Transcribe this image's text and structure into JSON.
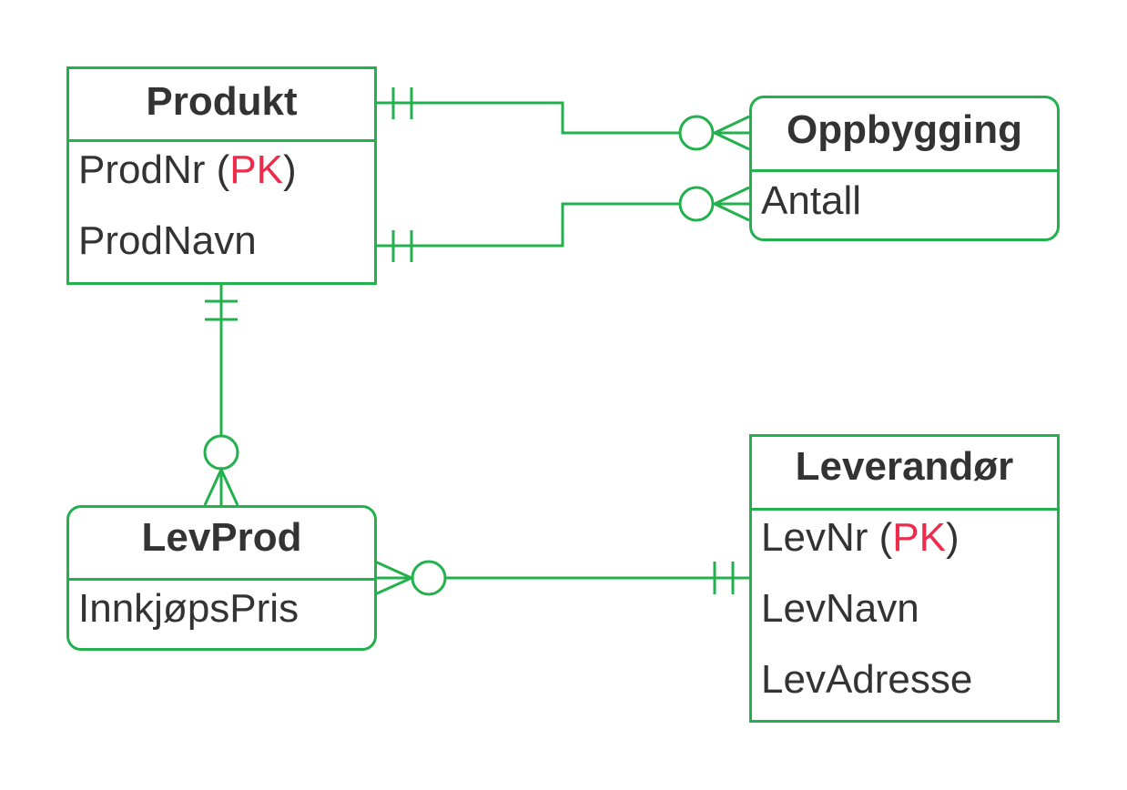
{
  "colors": {
    "line": "#22b14c",
    "text": "#333333",
    "pk": "#ef2b4a"
  },
  "entities": {
    "produkt": {
      "title": "Produkt",
      "attr1_name": "ProdNr",
      "attr1_pk": "PK",
      "attr2": "ProdNavn"
    },
    "oppbygging": {
      "title": "Oppbygging",
      "attr1": "Antall"
    },
    "levprod": {
      "title": "LevProd",
      "attr1": "InnkjøpsPris"
    },
    "leverandor": {
      "title": "Leverandør",
      "attr1_name": "LevNr",
      "attr1_pk": "PK",
      "attr2": "LevNavn",
      "attr3": "LevAdresse"
    }
  }
}
